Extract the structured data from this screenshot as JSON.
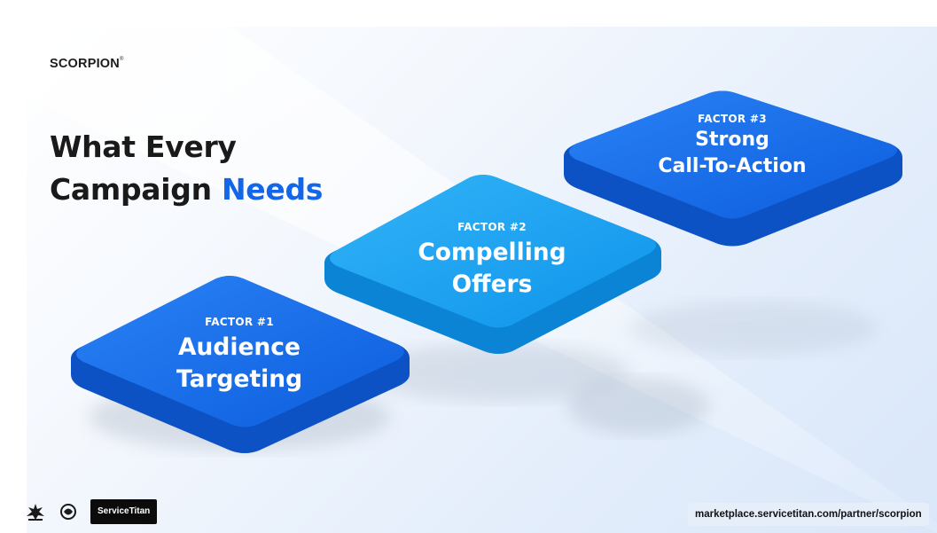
{
  "brand": {
    "name": "SCORPION"
  },
  "heading": {
    "line1": "What Every",
    "line2_prefix": "Campaign ",
    "line2_accent": "Needs"
  },
  "factors": [
    {
      "kicker": "FACTOR #1",
      "title_line1": "Audience",
      "title_line2": "Targeting",
      "color": "#1a70ea"
    },
    {
      "kicker": "FACTOR #2",
      "title_line1": "Compelling",
      "title_line2": "Offers",
      "color": "#18a2f2"
    },
    {
      "kicker": "FACTOR #3",
      "title_line1": "Strong",
      "title_line2": "Call-To-Action",
      "color": "#1a70ea"
    }
  ],
  "partners": {
    "servicetitan": "ServiceTitan"
  },
  "footer": {
    "url": "marketplace.servicetitan.com/partner/scorpion"
  },
  "colors": {
    "accent": "#1466e8",
    "tile_blue": "#1a70ea",
    "tile_cyan": "#18a2f2",
    "heading": "#1a1a1a"
  }
}
